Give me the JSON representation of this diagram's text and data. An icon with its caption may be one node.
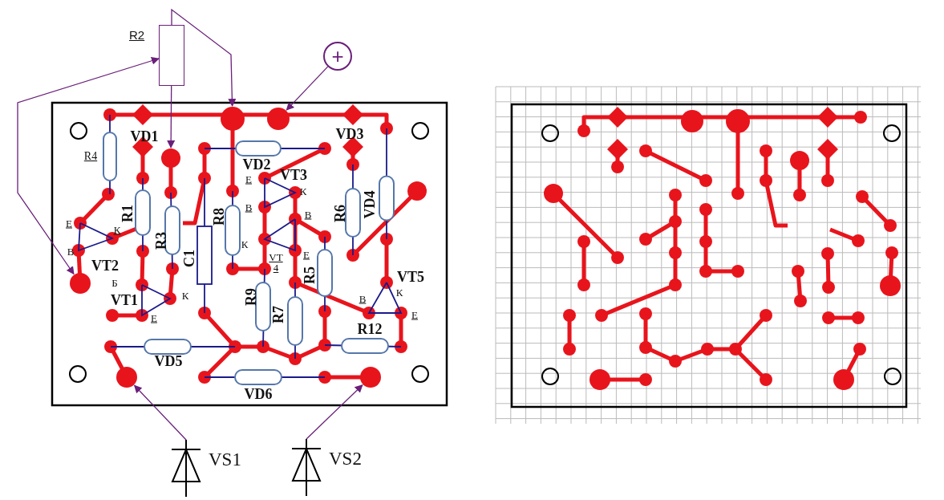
{
  "diagram": {
    "nodes": [
      {
        "text": [
          "R2"
        ]
      },
      {
        "text": [
          "+"
        ]
      },
      {
        "text": [],
        "shape": "circle"
      },
      {
        "text": [],
        "shape": "circle"
      },
      {
        "text": [],
        "shape": "circle"
      },
      {
        "text": [],
        "shape": "circle"
      },
      {
        "text": [],
        "shape": "circle"
      },
      {
        "text": [],
        "shape": "circle"
      },
      {
        "text": [
          "VS1"
        ]
      },
      {
        "text": [
          "VS2"
        ]
      }
    ],
    "edges": [
      {
        "from": 0,
        "to": 2,
        "arrow": "to"
      },
      {
        "from": 0,
        "to": 3,
        "arrow": "to"
      },
      {
        "from": 0,
        "to": 5,
        "arrow": "both"
      },
      {
        "from": 1,
        "to": 4,
        "arrow": "to"
      },
      {
        "from": 8,
        "to": 6,
        "arrow": "to"
      },
      {
        "from": 9,
        "to": 7,
        "arrow": "to"
      }
    ],
    "labels": [
      "R4",
      "VD1",
      "VD2",
      "VD3",
      "Е",
      "VT3",
      "К",
      "В",
      "В",
      "R6",
      "VD4",
      "R1",
      "R3",
      "R8",
      "Е",
      "К",
      "В",
      "VT2",
      "К",
      "Е",
      "VT 4",
      "C1",
      "R5",
      "VT5",
      "Б",
      "К",
      "VT1",
      "К",
      "R9",
      "R7",
      "В",
      "Е",
      "Е",
      "R12",
      "VD5",
      "VD6"
    ]
  }
}
